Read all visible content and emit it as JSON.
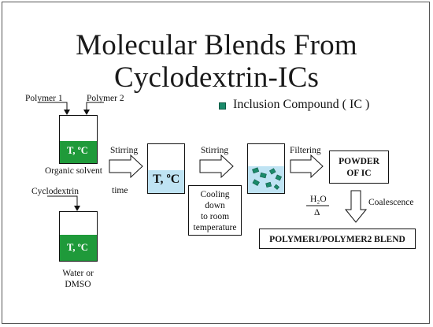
{
  "title": {
    "line1": "Molecular Blends From",
    "line2": "Cyclodextrin-ICs"
  },
  "legend": {
    "label": "Inclusion Compound ( IC )",
    "marker_color": "#1a8a6a"
  },
  "inputs": {
    "polymer1": "Polymer 1",
    "polymer2": "Polymer 2",
    "cyclodextrin": "Cyclodextrin"
  },
  "vessels": {
    "solvent_temp": "T, ºC",
    "solvent_label": "Organic solvent",
    "water_temp": "T, ºC",
    "water_label_line1": "Water or",
    "water_label_line2": "DMSO",
    "mix_temp": "T, ºC"
  },
  "steps": {
    "stirring1": "Stirring",
    "time": "time",
    "stirring2": "Stirring",
    "cooling_line1": "Cooling",
    "cooling_line2": "down",
    "cooling_line3": "to room",
    "cooling_line4": "temperature",
    "filtering": "Filtering",
    "powder_line1": "POWDER",
    "powder_line2": "OF IC",
    "h2o": "H₂O",
    "delta": "Δ",
    "coalescence": "Coalescence",
    "result": "POLYMER1/POLYMER2 BLEND"
  },
  "colors": {
    "green_solution": "#1f9a3a",
    "blue_solution": "#bfe3f3",
    "ic_particle": "#1a8a6a"
  }
}
